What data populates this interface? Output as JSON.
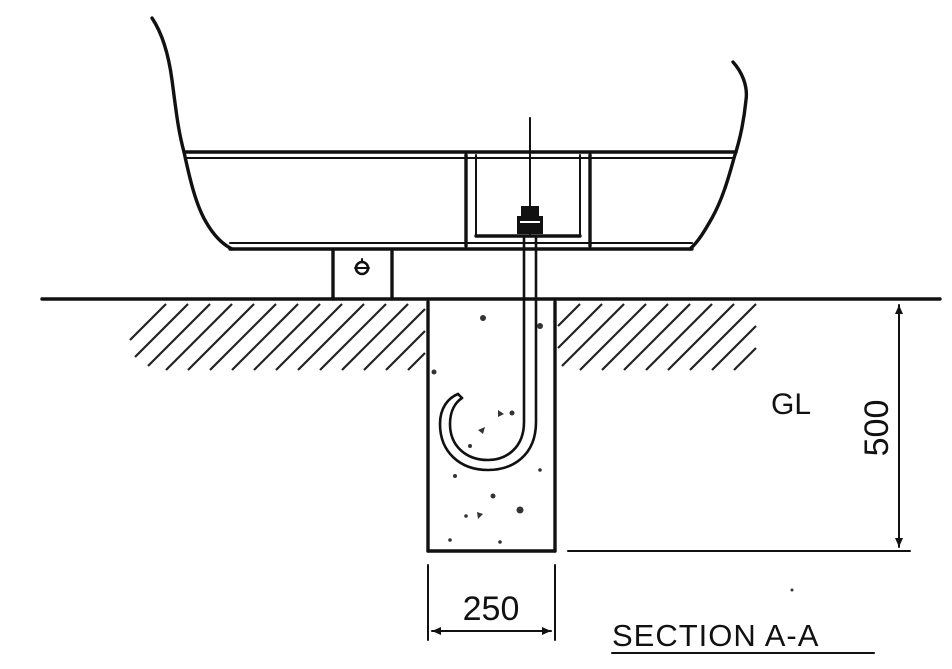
{
  "labels": {
    "ground_level": "GL",
    "depth_dimension": "500",
    "width_dimension": "250",
    "section_title": "SECTION A-A"
  }
}
